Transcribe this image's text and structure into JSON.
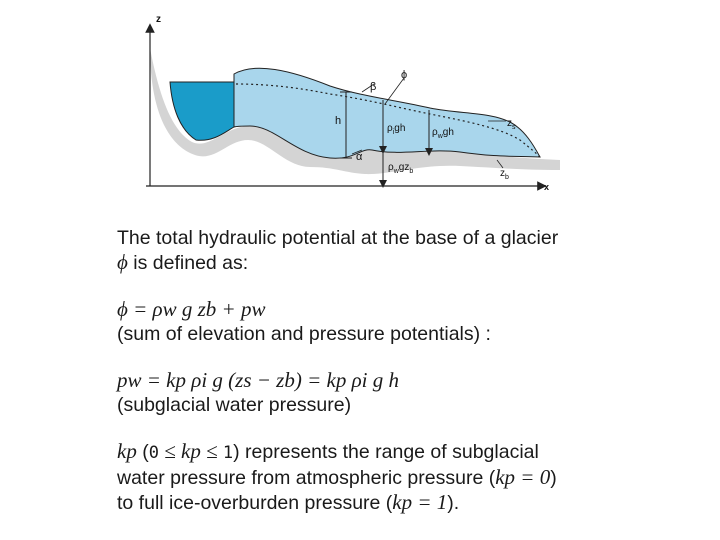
{
  "diagram": {
    "axis_z": "z",
    "axis_x": "x",
    "label_h": "h",
    "label_beta": "β",
    "label_phi": "ϕ",
    "label_alpha": "α",
    "label_zs": "z",
    "label_zs_sub": "s",
    "label_zb": "z",
    "label_zb_sub": "b",
    "label_rho_i_g_h": "ρ",
    "label_rho_i_sub": "i",
    "label_rho_i_tail": "gh",
    "label_rho_w_g_h": "ρ",
    "label_rho_w_sub": "w",
    "label_rho_w_tail": "gh",
    "label_rho_w_g_zb": "ρ",
    "label_rho_w_zb_sub": "w",
    "label_rho_w_zb_mid": "gz",
    "label_rho_w_zb_sub2": "b",
    "colors": {
      "ice": "#a9d6ec",
      "lake": "#1a9cc9",
      "bed": "#d4d4d4",
      "line": "#222222"
    }
  },
  "text": {
    "intro_line1": "The total hydraulic potential at the base of a glacier",
    "intro_sym": "ϕ",
    "intro_line2": " is defined as:",
    "eq1": "ϕ = ρw g zb + pw",
    "eq1_note": "(sum of elevation and pressure potentials) :",
    "eq2": "pw = kp ρi g (zs − zb) = kp ρi g h",
    "eq2_note": "(subglacial water pressure)",
    "kp_sym": "kp",
    "kp_range_open": " (",
    "kp_range_zero": "0",
    "kp_range_le1": " ≤ ",
    "kp_range_sym": "kp",
    "kp_range_le2": " ≤ ",
    "kp_range_one": "1",
    "kp_range_close": ")",
    "kp_desc1": " represents the range of subglacial",
    "kp_desc2": "water pressure from atmospheric pressure (",
    "kp_eq0": "kp = 0",
    "kp_desc2_end": ")",
    "kp_desc3": "to full ice-overburden pressure (",
    "kp_eq1": "kp = 1",
    "kp_desc3_end": ")."
  }
}
